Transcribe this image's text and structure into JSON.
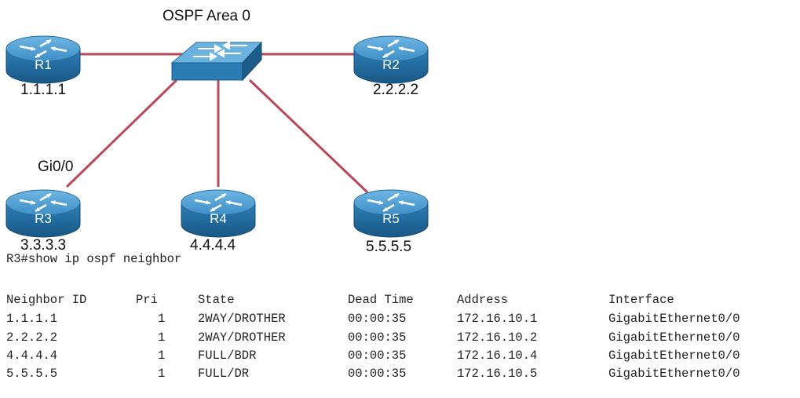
{
  "diagram": {
    "area_label": "OSPF Area 0",
    "interface_label": "Gi0/0",
    "routers": [
      {
        "name": "R1",
        "id": "1.1.1.1"
      },
      {
        "name": "R2",
        "id": "2.2.2.2"
      },
      {
        "name": "R3",
        "id": "3.3.3.3"
      },
      {
        "name": "R4",
        "id": "4.4.4.4"
      },
      {
        "name": "R5",
        "id": "5.5.5.5"
      }
    ],
    "colors": {
      "link": "#b8485a",
      "device_blue": "#2a7cb2",
      "device_dark": "#1d5d8a",
      "device_light": "#5aa6d6"
    }
  },
  "cli": {
    "command": "R3#show ip ospf neighbor",
    "headers": [
      "Neighbor ID",
      "Pri",
      "State",
      "Dead Time",
      "Address",
      "Interface"
    ],
    "rows": [
      [
        "1.1.1.1",
        "1",
        "2WAY/DROTHER",
        "00:00:35",
        "172.16.10.1",
        "GigabitEthernet0/0"
      ],
      [
        "2.2.2.2",
        "1",
        "2WAY/DROTHER",
        "00:00:35",
        "172.16.10.2",
        "GigabitEthernet0/0"
      ],
      [
        "4.4.4.4",
        "1",
        "FULL/BDR",
        "00:00:35",
        "172.16.10.4",
        "GigabitEthernet0/0"
      ],
      [
        "5.5.5.5",
        "1",
        "FULL/DR",
        "00:00:35",
        "172.16.10.5",
        "GigabitEthernet0/0"
      ]
    ]
  }
}
